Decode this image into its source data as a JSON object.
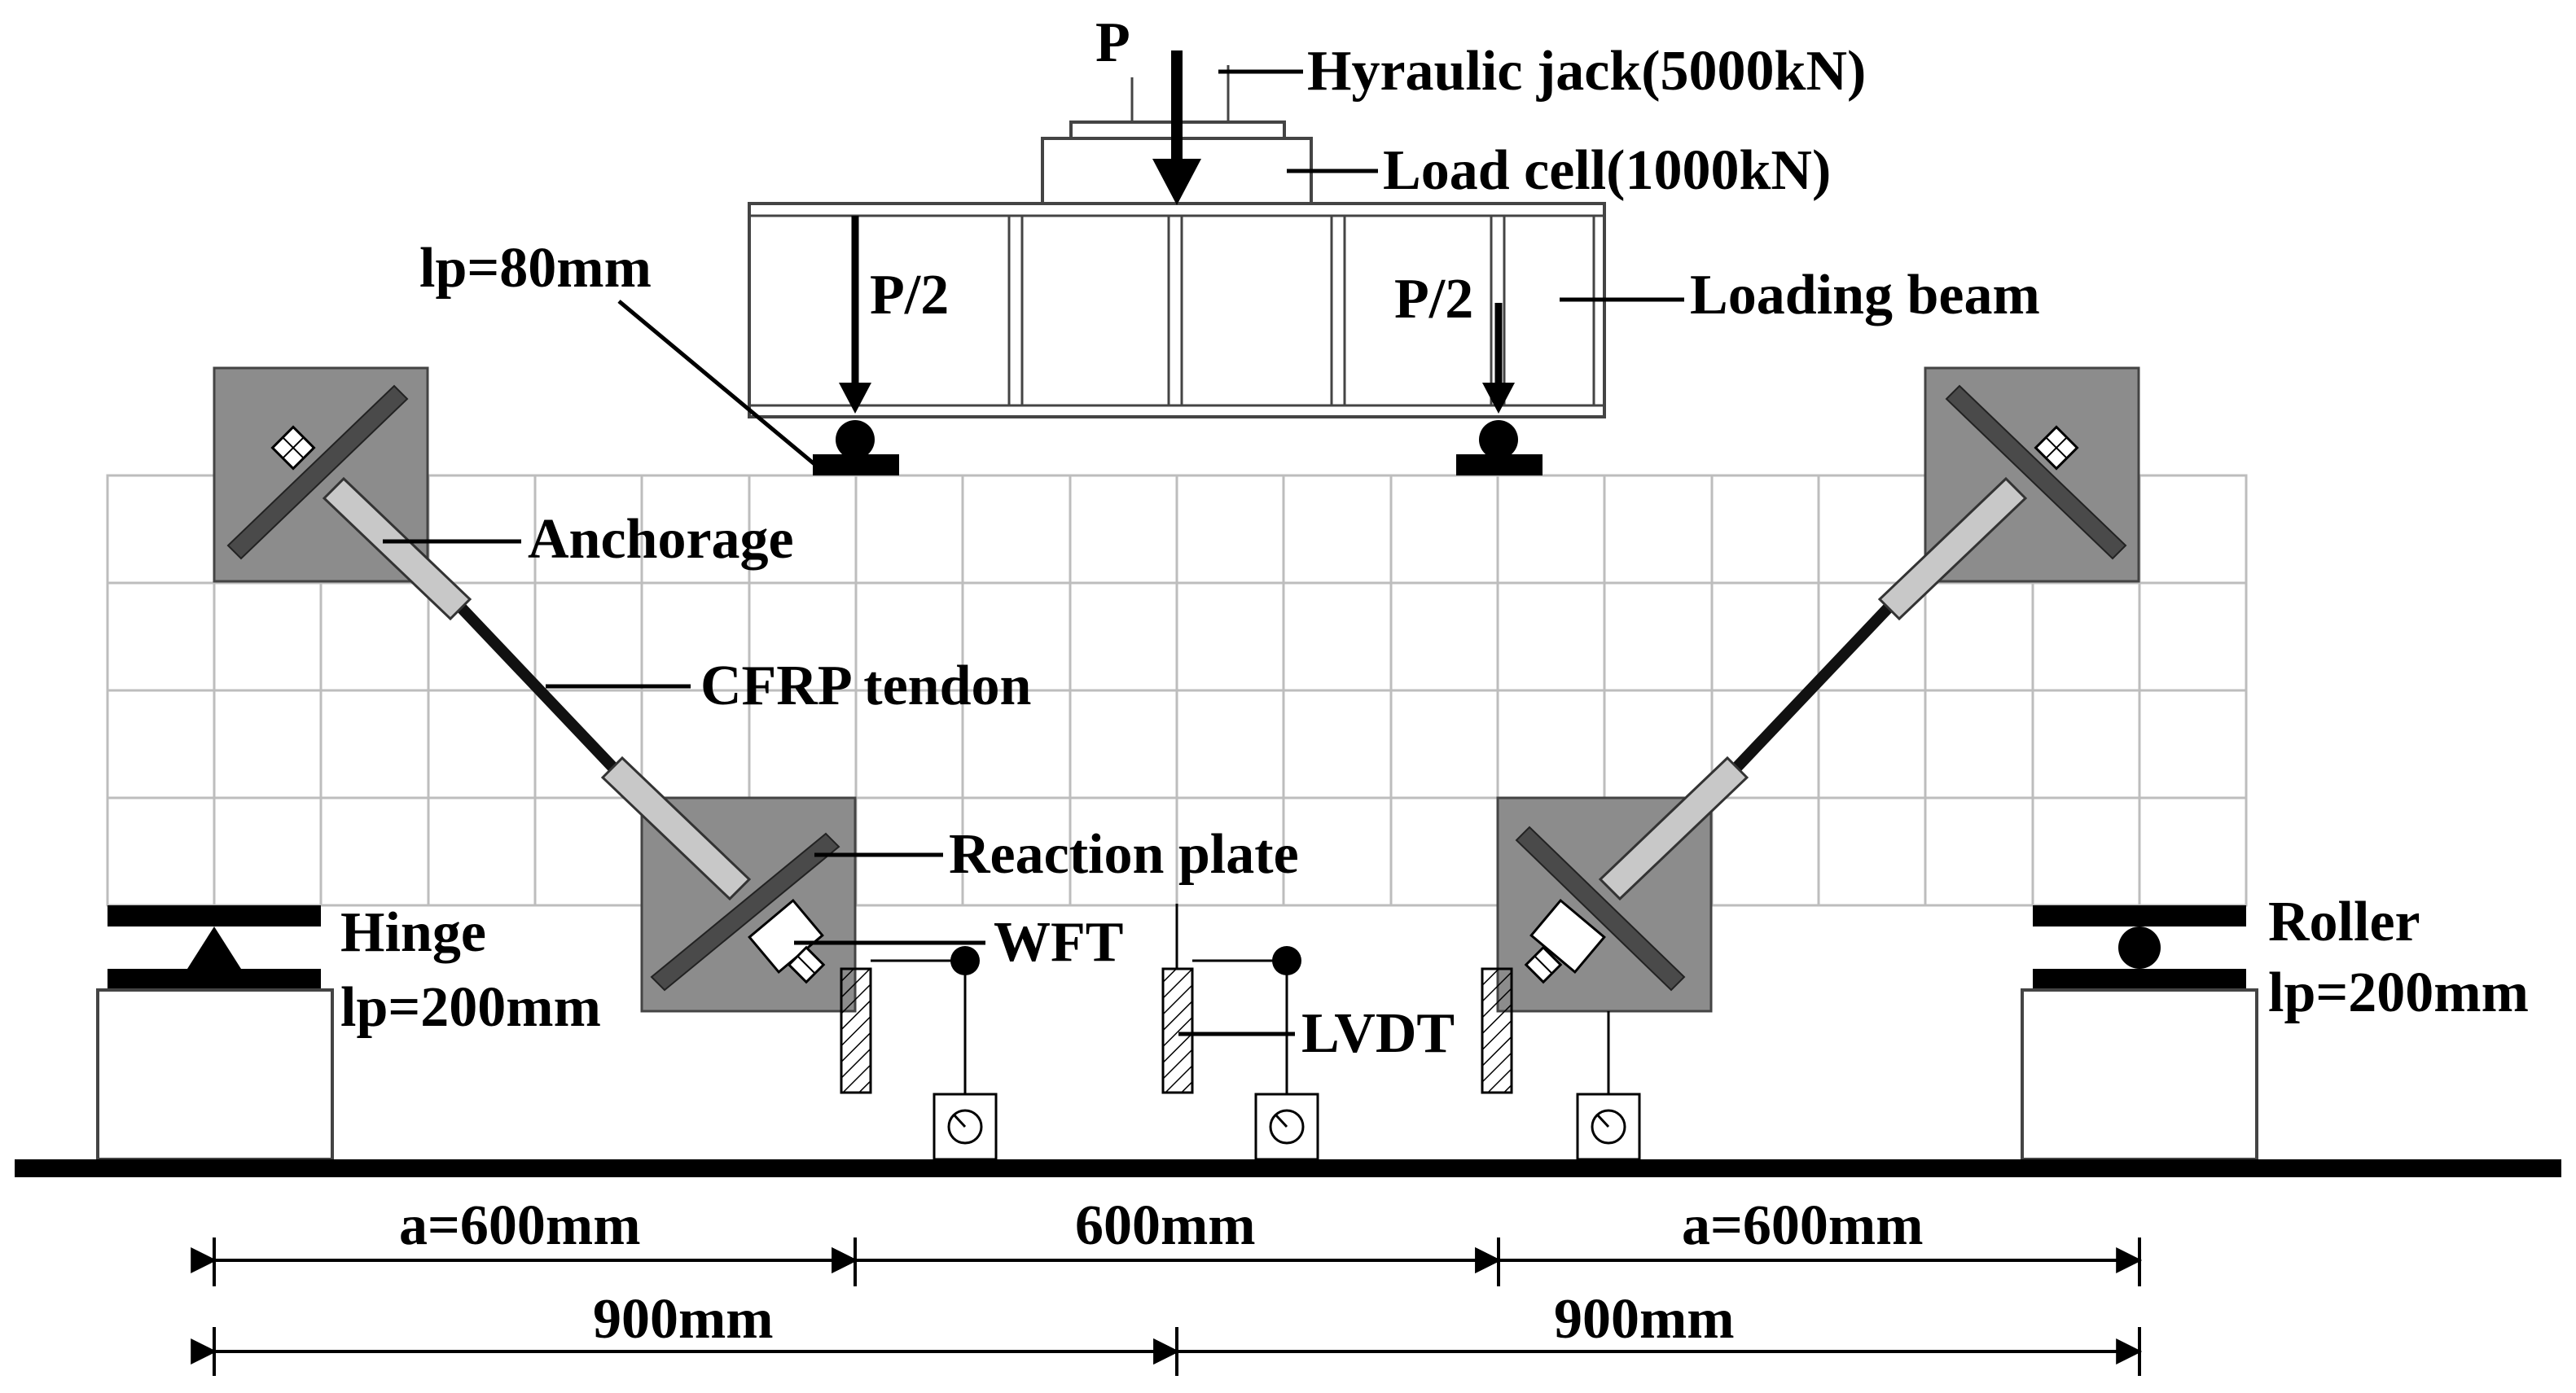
{
  "labels": {
    "p": "P",
    "hydraulic_jack": "Hyraulic jack(5000kN)",
    "load_cell": "Load cell(1000kN)",
    "lp80": "lp=80mm",
    "p_half_left": "P/2",
    "p_half_right": "P/2",
    "loading_beam": "Loading beam",
    "anchorage": "Anchorage",
    "cfrp_tendon": "CFRP tendon",
    "reaction_plate": "Reaction plate",
    "wft": "WFT",
    "lvdt": "LVDT",
    "hinge": "Hinge",
    "hinge_lp": "lp=200mm",
    "roller": "Roller",
    "roller_lp": "lp=200mm"
  },
  "dimensions": {
    "a_left": "a=600mm",
    "middle": "600mm",
    "a_right": "a=600mm",
    "half_left": "900mm",
    "half_right": "900mm"
  },
  "colors": {
    "line": "#000000",
    "grid": "#bdbdbd",
    "block": "#8c8c8c",
    "plate": "#4a4a4a",
    "anchor": "#c8c8c8"
  }
}
